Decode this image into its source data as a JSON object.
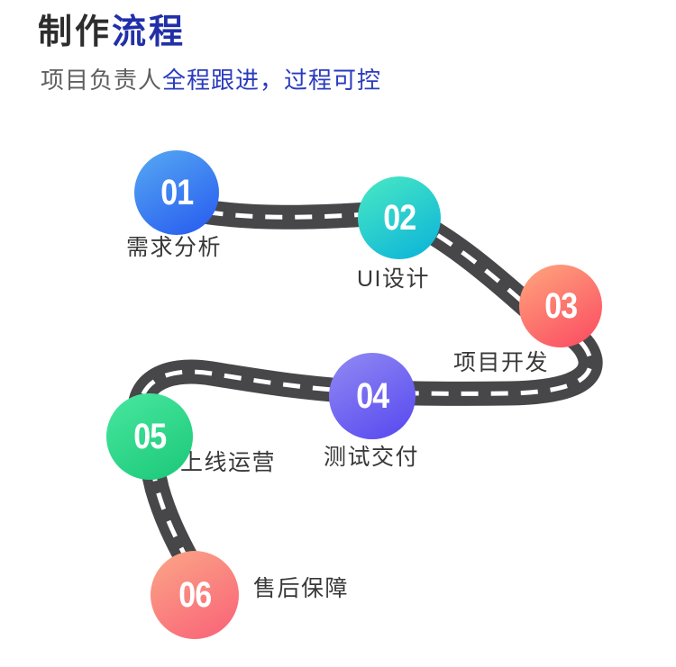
{
  "header": {
    "title_dark": "制作",
    "title_accent": "流程",
    "title_accent_color": "#2230a8",
    "subtitle_dark": "项目负责人",
    "subtitle_accent": "全程跟进，过程可控",
    "subtitle_accent_color": "#2a3bbd"
  },
  "road": {
    "color": "#474749",
    "dash_color": "#ffffff"
  },
  "steps": [
    {
      "number": "01",
      "label": "需求分析",
      "color_top": "#52a3f2",
      "color_bottom": "#2a5ff0"
    },
    {
      "number": "02",
      "label": "UI设计",
      "color_top": "#44e5c4",
      "color_bottom": "#0fb6d8"
    },
    {
      "number": "03",
      "label": "项目开发",
      "color_top": "#fe9f7b",
      "color_bottom": "#fb5063"
    },
    {
      "number": "04",
      "label": "测试交付",
      "color_top": "#8d85f2",
      "color_bottom": "#5a4cf0"
    },
    {
      "number": "05",
      "label": "上线运营",
      "color_top": "#44e59c",
      "color bottom_unused": "",
      "color_bottom": "#1fca7b"
    },
    {
      "number": "06",
      "label": "售后保障",
      "color_top": "#fba186",
      "color_bottom": "#f96678"
    }
  ]
}
